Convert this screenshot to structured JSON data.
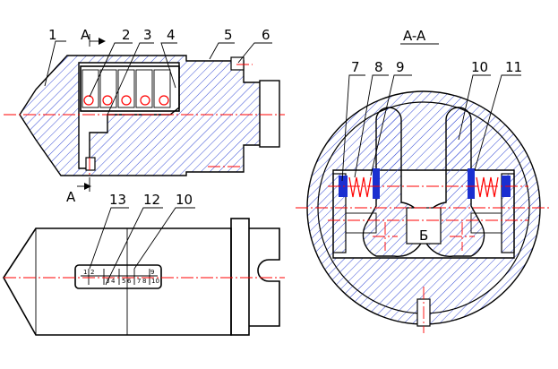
{
  "section_title": "A-A",
  "section_marker": "A",
  "callouts_top": [
    "1",
    "2",
    "3",
    "4",
    "5",
    "6"
  ],
  "callouts_bottom": [
    "13",
    "12",
    "10"
  ],
  "callouts_section": [
    "7",
    "8",
    "9",
    "10",
    "11"
  ],
  "slot_letter": "Б",
  "scale_marks": [
    "1",
    "2",
    "3",
    "4",
    "5",
    "6",
    "7",
    "8",
    "9",
    "10"
  ],
  "colors": {
    "hatch": "#3a4fd6",
    "axis": "#ff0000",
    "seal": "#1a2fd0"
  }
}
